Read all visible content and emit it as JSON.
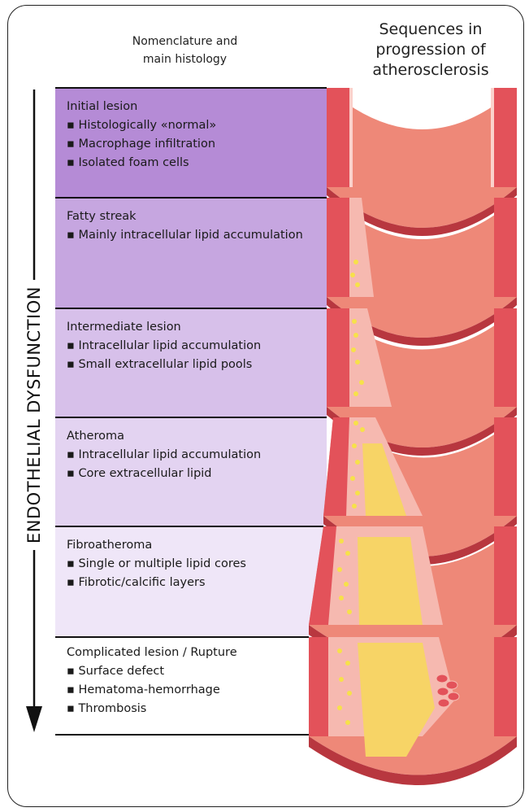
{
  "header": {
    "left_line1": "Nomenclature and",
    "left_line2": "main histology",
    "right_line1": "Sequences in",
    "right_line2": "progression of",
    "right_line3": "atherosclerosis"
  },
  "axis_label": "ENDOTHELIAL DYSFUNCTION",
  "stages": [
    {
      "title": "Initial lesion",
      "items": [
        "Histologically «normal»",
        "Macrophage infiltration",
        "Isolated foam cells"
      ],
      "color": "#b58bd6"
    },
    {
      "title": "Fatty streak",
      "items": [
        "Mainly intracellular lipid accumulation"
      ],
      "color": "#c6a6e0"
    },
    {
      "title": "Intermediate lesion",
      "items": [
        "Intracellular lipid accumulation",
        "Small extracellular lipid pools"
      ],
      "color": "#d7c0ea"
    },
    {
      "title": "Atheroma",
      "items": [
        "Intracellular lipid accumulation",
        "Core extracellular lipid"
      ],
      "color": "#e3d3f1"
    },
    {
      "title": "Fibroatheroma",
      "items": [
        "Single or multiple lipid cores",
        "Fibrotic/calcific layers"
      ],
      "color": "#efe6f8"
    },
    {
      "title": "Complicated lesion / Rupture",
      "items": [
        "Surface defect",
        "Hematoma-hemorrhage",
        "Thrombosis"
      ],
      "color": "#ffffff"
    }
  ],
  "colors": {
    "wall": "#e3525a",
    "wall_dark": "#b8373f",
    "lumen": "#ee8878",
    "intima": "#f6b9b0",
    "lipid": "#f7d466",
    "lipid_dots": "#f7e14a",
    "thrombus": "#e3525a"
  }
}
